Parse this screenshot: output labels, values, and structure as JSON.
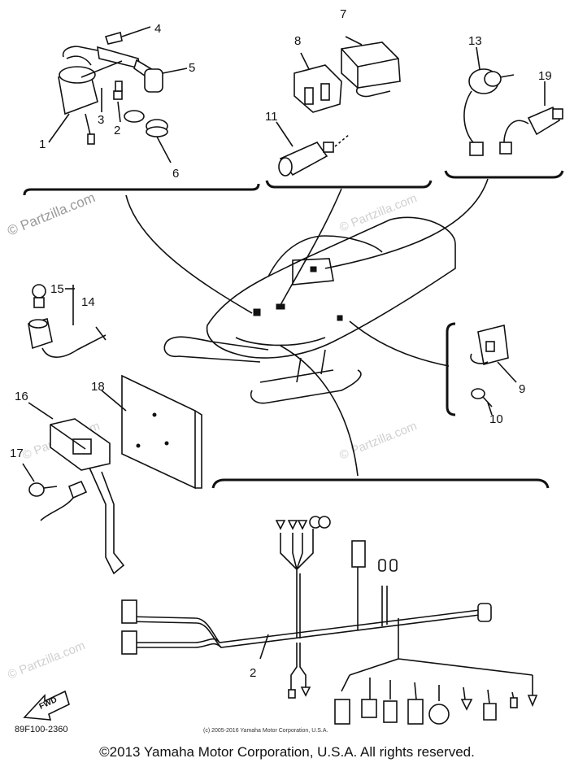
{
  "watermark": {
    "primary": "© Partzilla.com",
    "faint": "© Partzilla.com"
  },
  "callouts": {
    "p1": "1",
    "p2a": "2",
    "p2b": "2",
    "p3": "3",
    "p4": "4",
    "p5": "5",
    "p6": "6",
    "p7": "7",
    "p8": "8",
    "p9": "9",
    "p10": "10",
    "p11": "11",
    "p13": "13",
    "p14": "14",
    "p15": "15",
    "p16": "16",
    "p17": "17",
    "p18": "18",
    "p19": "19"
  },
  "fwd_label": "FWD",
  "diagram_code": "89F100-2360",
  "small_copyright": "(c) 2005-2016 Yamaha Motor Corporation, U.S.A.",
  "footer": "©2013 Yamaha Motor Corporation, U.S.A. All rights reserved."
}
